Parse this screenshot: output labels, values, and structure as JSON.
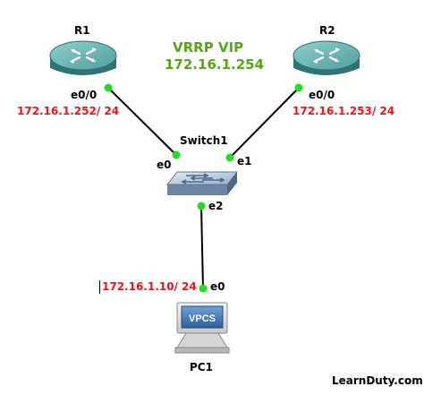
{
  "colors": {
    "ip": "#e8161b",
    "vip": "#56a51c",
    "port_dot": "#22dd22",
    "link": "#000000",
    "router_top": "#66b0b0",
    "router_side": "#3c8585"
  },
  "vrrp": {
    "title": "VRRP VIP",
    "ip": "172.16.1.254"
  },
  "nodes": {
    "r1": {
      "label": "R1",
      "icon": "router-icon"
    },
    "r2": {
      "label": "R2",
      "icon": "router-icon"
    },
    "switch1": {
      "label": "Switch1",
      "icon": "switch-icon"
    },
    "pc1": {
      "label": "PC1",
      "icon": "vpcs-pc-icon",
      "screen_text": "VPCS"
    }
  },
  "ports": {
    "r1_e0_0": "e0/0",
    "r2_e0_0": "e0/0",
    "sw_e0": "e0",
    "sw_e1": "e1",
    "sw_e2": "e2",
    "pc1_e0": "e0"
  },
  "ips": {
    "r1": "172.16.1.252/ 24",
    "r2": "172.16.1.253/ 24",
    "pc1": "172.16.1.10/ 24"
  },
  "watermark": "LearnDuty.com"
}
